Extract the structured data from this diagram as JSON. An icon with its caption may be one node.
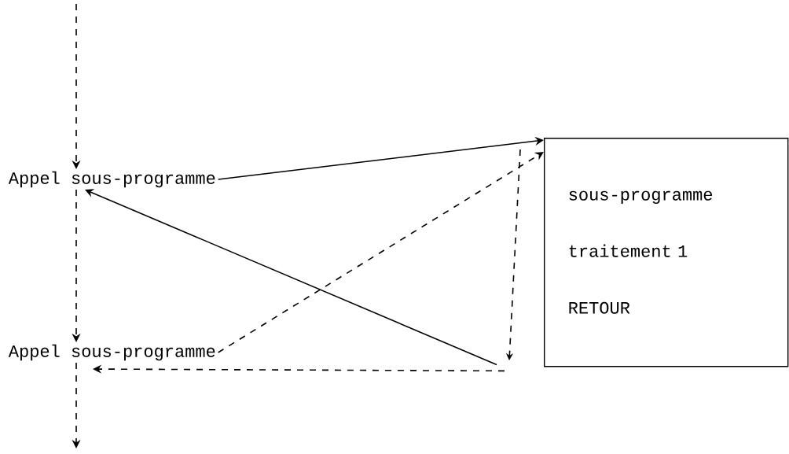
{
  "diagram": {
    "nodes": [
      {
        "text": [
          "Appel sous-programme"
        ]
      },
      {
        "text": [
          "Appel sous-programme"
        ]
      },
      {
        "text": [
          "sous-programme",
          "traitement 1",
          "RETOUR"
        ]
      }
    ],
    "edges": [
      {
        "from": null,
        "to": 0,
        "arrow": "to",
        "style": "dashed"
      },
      {
        "from": 0,
        "to": 1,
        "arrow": "to",
        "style": "dashed"
      },
      {
        "from": 1,
        "to": null,
        "arrow": "to",
        "style": "dashed"
      },
      {
        "from": 0,
        "to": 2,
        "arrow": "to"
      },
      {
        "from": 1,
        "to": 2,
        "arrow": "to",
        "style": "dashed"
      },
      {
        "from": 2,
        "to": 0,
        "arrow": "to"
      },
      {
        "from": 2,
        "to": 1,
        "arrow": "to",
        "style": "dashed"
      }
    ]
  }
}
